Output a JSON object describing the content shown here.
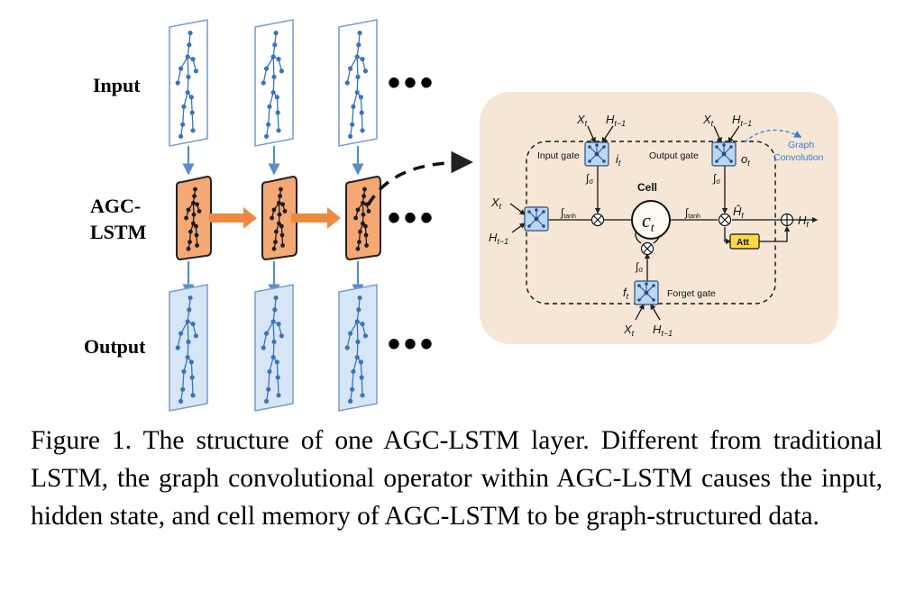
{
  "labels": {
    "input": "Input",
    "agc_line1": "AGC-",
    "agc_line2": "LSTM",
    "output": "Output",
    "ellipsis": "•••"
  },
  "detail": {
    "cell": "Cell",
    "ct": "c",
    "ct_sub": "t",
    "input_gate": "Input gate",
    "output_gate": "Output gate",
    "forget_gate": "Forget gate",
    "graph_conv_line1": "Graph",
    "graph_conv_line2": "Convolution",
    "att": "Att",
    "tanh": "tanh",
    "sigma": "σ",
    "X": "X",
    "H": "H",
    "t": "t",
    "tm1": "t−1",
    "i": "i",
    "o": "o",
    "f": "f",
    "Hhat": "Ĥ",
    "integral": "∫"
  },
  "caption": "Figure 1. The structure of one AGC-LSTM layer. Different from traditional LSTM, the graph convolutional operator within AGC-LSTM causes the input, hidden state, and cell memory of AGC-LSTM to be graph-structured data.",
  "colors": {
    "input_frame": "#ffffff",
    "output_frame": "#d6e6f7",
    "frame_border": "#7a9cc6",
    "skeleton": "#3b73b9",
    "agc_fill": "#f4a874",
    "agc_border": "#222222",
    "orange_arrow": "#ed8a3f",
    "blue_arrow": "#5b8ccb",
    "detail_bg": "#f6e6d6",
    "att_fill": "#ffd84a",
    "graph_conv_text": "#3a7fd0"
  }
}
